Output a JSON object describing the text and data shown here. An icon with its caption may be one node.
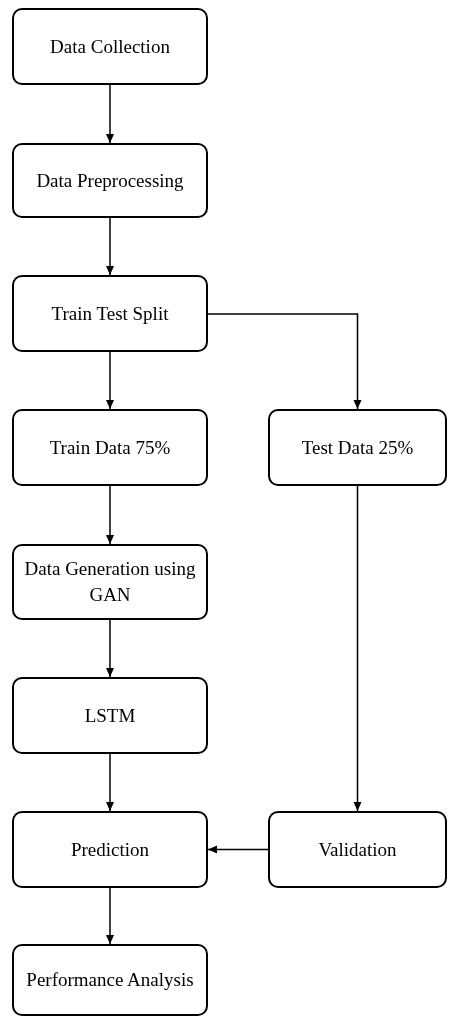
{
  "diagram": {
    "nodes": [
      {
        "text": [
          "Data Collection"
        ]
      },
      {
        "text": [
          "Data Preprocessing"
        ]
      },
      {
        "text": [
          "Train Test Split"
        ]
      },
      {
        "text": [
          "Train Data 75%"
        ]
      },
      {
        "text": [
          "Test Data 25%"
        ]
      },
      {
        "text": [
          "Data Generation using GAN"
        ]
      },
      {
        "text": [
          "LSTM"
        ]
      },
      {
        "text": [
          "Prediction"
        ]
      },
      {
        "text": [
          "Validation"
        ]
      },
      {
        "text": [
          "Performance Analysis"
        ]
      }
    ],
    "edges": [
      {
        "from": 0,
        "to": 1,
        "arrow": "to"
      },
      {
        "from": 1,
        "to": 2,
        "arrow": "to"
      },
      {
        "from": 2,
        "to": 3,
        "arrow": "to"
      },
      {
        "from": 2,
        "to": 4,
        "arrow": "to"
      },
      {
        "from": 3,
        "to": 5,
        "arrow": "to"
      },
      {
        "from": 5,
        "to": 6,
        "arrow": "to"
      },
      {
        "from": 6,
        "to": 7,
        "arrow": "to"
      },
      {
        "from": 4,
        "to": 8,
        "arrow": "to"
      },
      {
        "from": 8,
        "to": 7,
        "arrow": "to"
      },
      {
        "from": 7,
        "to": 9,
        "arrow": "to"
      }
    ]
  }
}
